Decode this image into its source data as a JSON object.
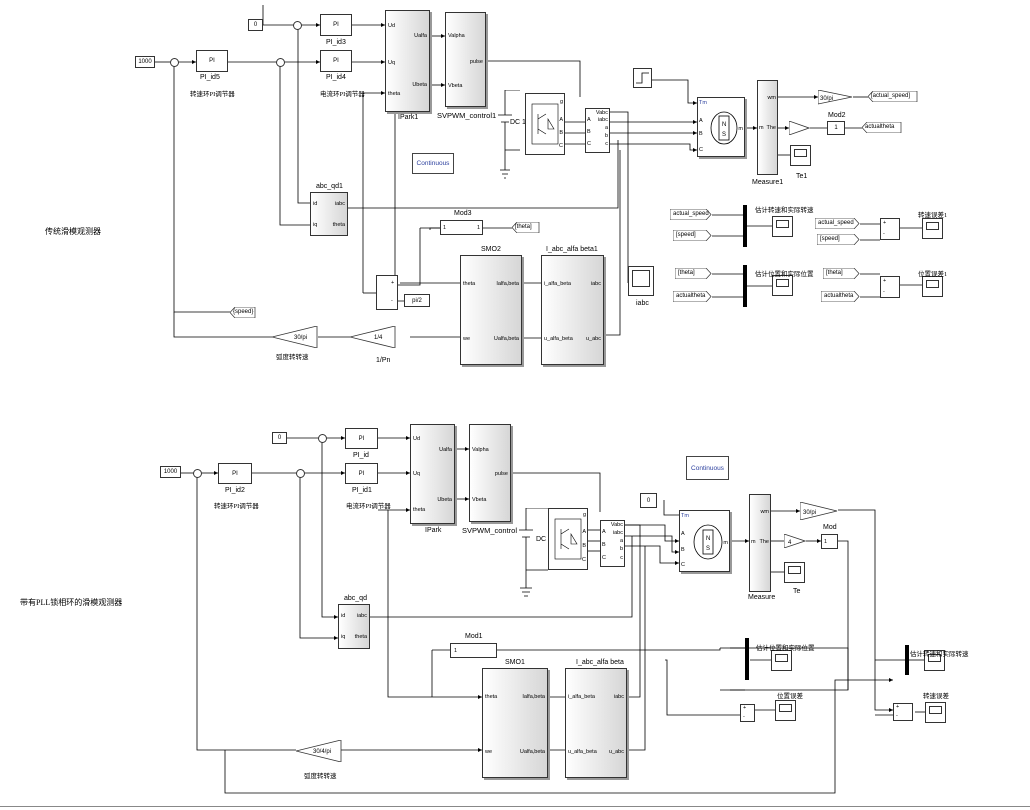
{
  "sections": {
    "top": "传统滑模观测器",
    "bottom": "带有PLL锁相环的滑模观测器"
  },
  "constants": {
    "zero": "0",
    "thousand": "1000",
    "pi_half": "pi/2"
  },
  "blocks": {
    "pi": "PI",
    "pi_id5": "PI_id5",
    "pi_id3": "PI_id3",
    "pi_id4": "PI_id4",
    "pi_id": "PI_id",
    "pi_id1": "PI_id1",
    "pi_id2": "PI_id2",
    "ipark1": "IPark1",
    "ipark": "IPark",
    "svpwm1": "SVPWM_control1",
    "svpwm": "SVPWM_control",
    "dc1": "DC 1",
    "dc": "DC",
    "measure1": "Measure1",
    "measure": "Measure",
    "te1": "Te1",
    "te": "Te",
    "mod2": "Mod2",
    "mod3": "Mod3",
    "mod": "Mod",
    "mod1": "Mod1",
    "abc_qd1": "abc_qd1",
    "abc_qd": "abc_qd",
    "smo2": "SMO2",
    "smo1": "SMO1",
    "iabc_ab1": "I_abc_alfa beta1",
    "iabc_ab": "I_abc_alfa beta",
    "iabc_scope": "iabc",
    "continuous": "Continuous",
    "one_pn": "1/Pn"
  },
  "ports": {
    "ud": "Ud",
    "uq": "Uq",
    "theta": "theta",
    "ualfa": "Ualfa",
    "ubeta": "Ubeta",
    "valpha": "Valpha",
    "vbeta": "Vbeta",
    "pulse": "pulse",
    "id": "id",
    "iq": "iq",
    "iabc": "iabc",
    "vabc": "Vabc",
    "a": "A",
    "b": "B",
    "c": "C",
    "la": "a",
    "lb": "b",
    "lc": "c",
    "g": "g",
    "tm": "Tm",
    "m": "m",
    "wm": "wm",
    "the": "The",
    "ialfa_beta": "Ialfa,beta",
    "ualfa_beta": "Ualfa,beta",
    "i_alfa_beta": "i_alfa_beta",
    "u_alfa_beta": "u_alfa_beta",
    "u_abc": "u_abc",
    "we": "we",
    "one": "1",
    "plus": "+",
    "minus": "-",
    "dc_plus": "+",
    "dc_minus": "-"
  },
  "gains": {
    "g30pi": "30/pi",
    "g14": "1/4",
    "g4": "4",
    "g304pi": "30/4/pi"
  },
  "tags": {
    "actual_speed": "actual_speed",
    "actualtheta": "actualtheta",
    "speed": "speed",
    "theta": "theta"
  },
  "labels_cn": {
    "speed_pi": "转速环PI调节器",
    "current_pi": "电流环PI调节器",
    "rad_speed": "弧度转转速",
    "est_speed": "估计转速和实际转速",
    "est_pos": "估计位置和实际位置",
    "speed_err": "转速误差",
    "pos_err": "位置误差"
  },
  "tag_labels": {
    "speed_br": "[speed]",
    "theta_br": "[theta]",
    "actual_speed_br": "[actual_speed]",
    "actualtheta_br": "[actualtheta]",
    "speed_br_from": "{speed}"
  },
  "numbers": {
    "speed_err_1": "转速误差1",
    "pos_err_1": "位置误差1"
  }
}
